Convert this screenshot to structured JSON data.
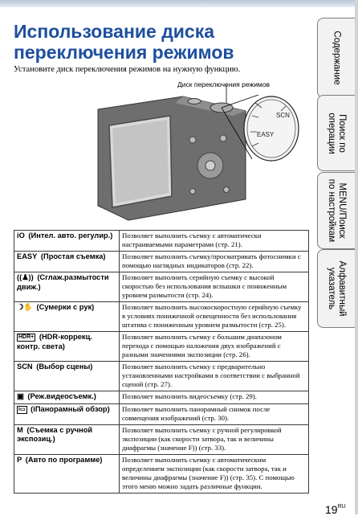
{
  "title": "Использование диска переключения режимов",
  "intro": "Установите диск переключения режимов на нужную функцию.",
  "dial_caption": "Диск переключения режимов",
  "dial_labels": [
    "EASY",
    "SCN"
  ],
  "modes": [
    {
      "icon": "iO",
      "name": "(Интел. авто. регулир.)",
      "desc": "Позволяет выполнить съемку с автоматически настраиваемыми параметрами (стр. 21)."
    },
    {
      "icon": "EASY",
      "name": "(Простая съемка)",
      "desc": "Позволяет выполнить съемку/просматривать фотоснимки с помощью наглядных индикаторов (стр. 22)."
    },
    {
      "icon": "((♟))",
      "name": "(Сглаж.размытости движ.)",
      "desc": "Позволяет выполнить серийную съемку с высокой скоростью без использования вспышки с пониженным уровнем размытости (стр. 24)."
    },
    {
      "icon": "☽✋",
      "name": "(Сумерки с рук)",
      "desc": "Позволяет выполнить высокоскоростную серийную съемку в условиях пониженной освещенности без использования штатива с пониженным уровнем размытости (стр. 25)."
    },
    {
      "icon": "HDR+",
      "name": "(HDR-коррекц. контр. света)",
      "desc": "Позволяет выполнить съемку с большим диапазоном перехода с помощью наложения двух изображений с разными значениями экспозиции (стр. 26)."
    },
    {
      "icon": "SCN",
      "name": "(Выбор сцены)",
      "desc": "Позволяет выполнить съемку с предварительно установленными настройками в соответствии с выбранной сценой (стр. 27)."
    },
    {
      "icon": "▣",
      "name": "(Реж.видеосъемк.)",
      "desc": "Позволяет выполнить видеосъемку (стр. 29)."
    },
    {
      "icon": "i▭",
      "name": "(iПанорамный обзор)",
      "desc": "Позволяет выполнить панорамный снимок после совмещения изображений (стр. 30)."
    },
    {
      "icon": "M",
      "name": "(Съемка с ручной экспозиц.)",
      "desc": "Позволяет выполнить съемку с ручной регулировкой экспозиции (как скорости затвора, так и величины диафрагмы (значение F)) (стр. 33)."
    },
    {
      "icon": "P",
      "name": "(Авто по программе)",
      "desc": "Позволяет выполнить съемку с автоматическим определением экспозиции (как скорости затвора, так и величины диафрагмы (значение F)) (стр. 35). С помощью этого меню можно задать различные функции."
    }
  ],
  "sidebar": [
    {
      "label": "Содержание"
    },
    {
      "label": "Поиск по\nоперации"
    },
    {
      "label": "MENU/Поиск\nпо настройкам"
    },
    {
      "label": "Алфавитный\nуказатель"
    }
  ],
  "page_number": "19",
  "page_suffix": "RU"
}
